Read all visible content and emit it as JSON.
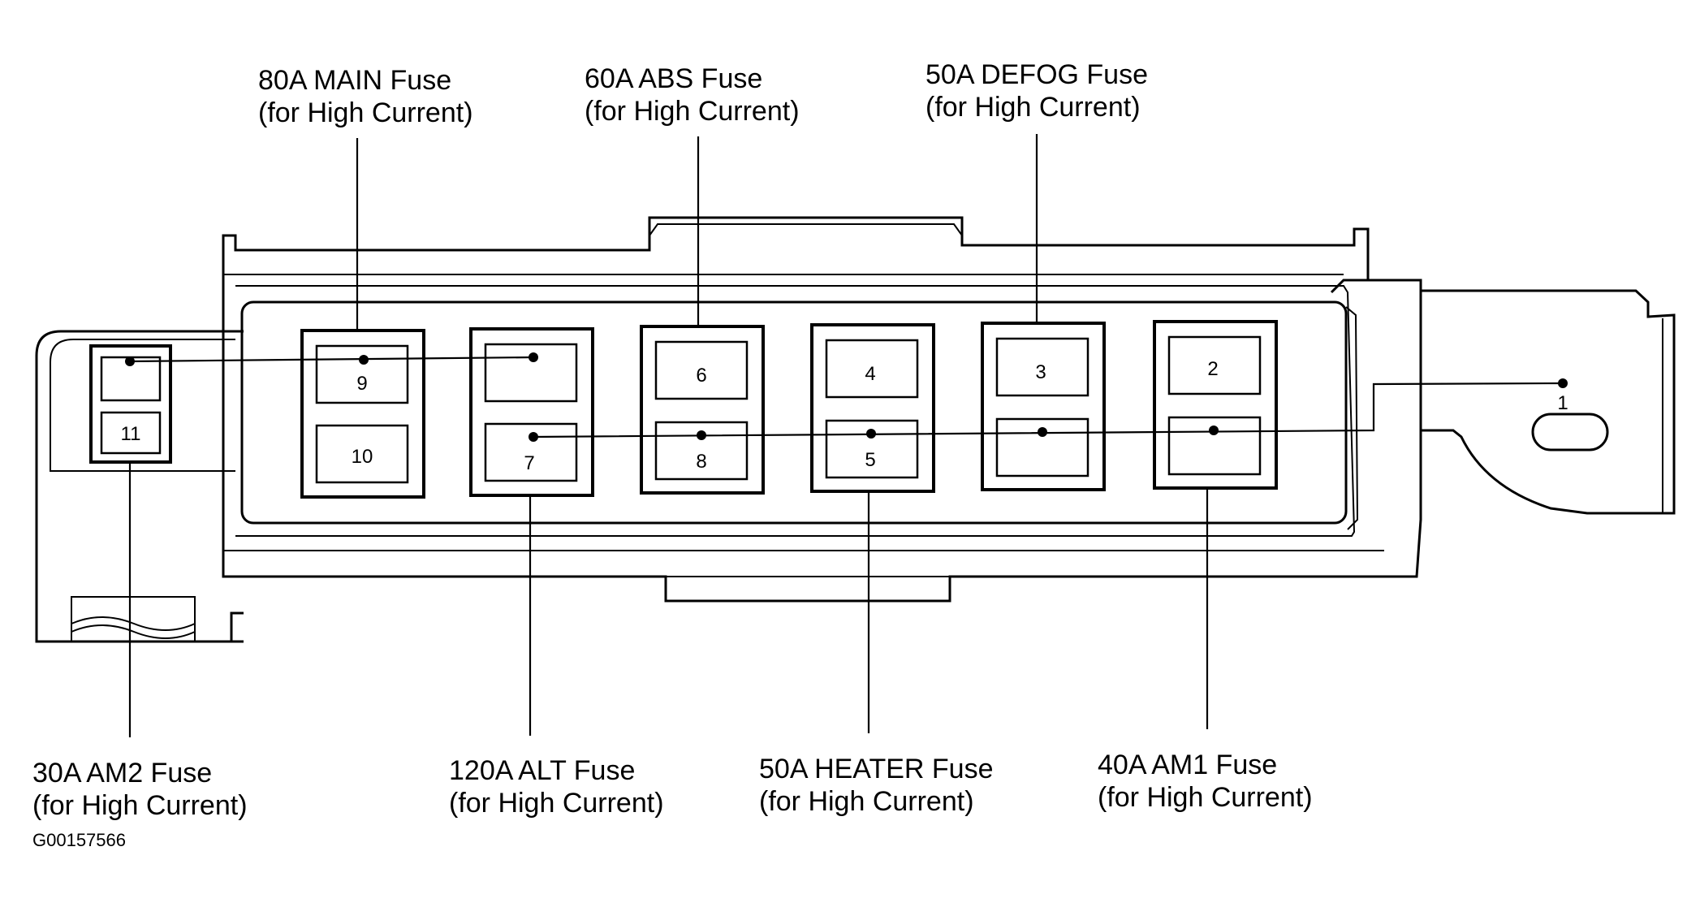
{
  "labels": {
    "main": "80A MAIN Fuse",
    "abs": "60A ABS Fuse",
    "defog": "50A DEFOG Fuse",
    "am2": "30A AM2 Fuse",
    "alt": "120A ALT Fuse",
    "heater": "50A HEATER Fuse",
    "am1": "40A AM1 Fuse",
    "high_current": "(for High Current)"
  },
  "figure_id": "G00157566",
  "terminals": [
    "1",
    "2",
    "3",
    "4",
    "5",
    "6",
    "7",
    "8",
    "9",
    "10",
    "11"
  ]
}
